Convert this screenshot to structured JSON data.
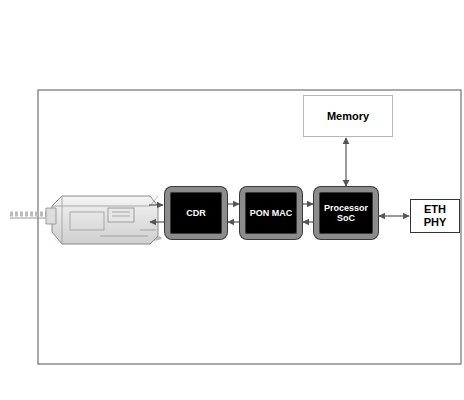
{
  "diagram": {
    "nodes": [
      {
        "text": [
          "Memory"
        ]
      },
      {
        "text": [
          "CDR"
        ]
      },
      {
        "text": [
          "PON MAC"
        ]
      },
      {
        "text": [
          "Processor SoC"
        ]
      },
      {
        "text": [
          "ETH PHY"
        ]
      }
    ],
    "edges": [
      {
        "from": 1,
        "to": 2,
        "arrow": "to"
      },
      {
        "from": 2,
        "to": 1,
        "arrow": "to"
      },
      {
        "from": 2,
        "to": 3,
        "arrow": "to"
      },
      {
        "from": 3,
        "to": 2,
        "arrow": "to"
      },
      {
        "from": 0,
        "to": 3,
        "arrow": "both"
      },
      {
        "from": 3,
        "to": 4,
        "arrow": "both"
      }
    ]
  }
}
